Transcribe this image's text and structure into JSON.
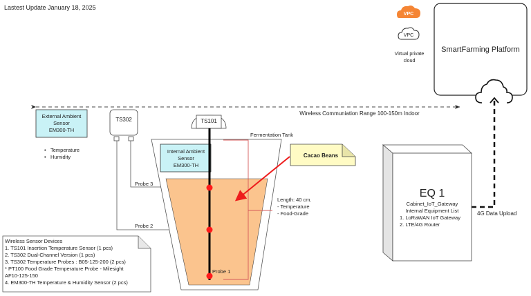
{
  "header": {
    "last_update": "Lastest Update January 18, 2025"
  },
  "colors": {
    "vpc_orange": "#f58534",
    "sensor_box": "#c9f2f6",
    "beans_fill": "#fbc48e",
    "note_fill": "#fffbc4",
    "probe_red": "#ff1a1a",
    "arrow_red": "#ee1c1c",
    "bracket_red": "#d45a5a"
  },
  "vpc": {
    "icon_filled_label": "VPC",
    "icon_outline_label": "VPC",
    "caption_line1": "Virtual private",
    "caption_line2": "cloud"
  },
  "platform": {
    "title": "SmartFarming Platform"
  },
  "wireless": {
    "range_label": "Wireless Communiation Range 100-150m Indoor"
  },
  "external_sensor": {
    "line1": "External Ambient",
    "line2": "Sensor",
    "line3": "EM300-TH",
    "measures": [
      "Temperature",
      "Humidity"
    ]
  },
  "devices": {
    "ts302": "TS302",
    "ts101": "TS101"
  },
  "tank": {
    "label": "Fermentation Tank",
    "internal_sensor": {
      "line1": "Internal Ambient",
      "line2": "Sensor",
      "line3": "EM300-TH"
    },
    "probes": [
      "Probe 3",
      "Probe 2",
      "Probe 1"
    ],
    "length_note": [
      "Length: 40 cm.",
      "- Temperature",
      "- Food-Grade"
    ]
  },
  "cacao_note": {
    "label": "Cacao Beans"
  },
  "gateway": {
    "title": "EQ 1",
    "lines": [
      "Cabinet_IoT_Gateway",
      "Internal Equipment List",
      "1. LoRaWAN IoT Gateway",
      "2. LTE/4G Router"
    ],
    "upload_label": "4G Data Upload"
  },
  "device_list": {
    "lines": [
      "Wireless Sensor Devices",
      "1. TS101 Insertion Temperature Sensor (1 pcs)",
      "2. TS302 Dual-Channel Version (1 pcs)",
      "3. TS302 Temperature Probes : B05-125-200 (2 pcs)",
      "* PT100 Food Grade Temperature Probe - Milesight",
      "AF10-125-150",
      "4. EM300-TH Temperature & Humidity Sensor (2 pcs)"
    ]
  }
}
